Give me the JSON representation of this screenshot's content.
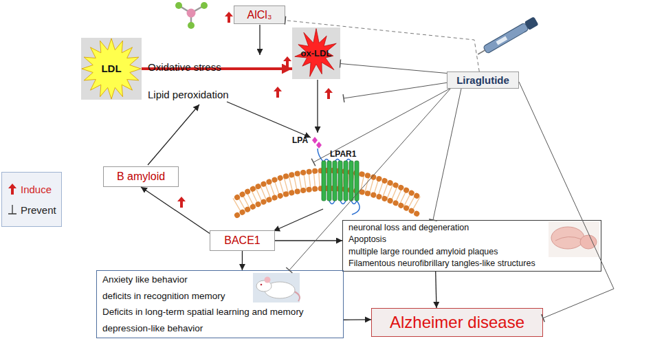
{
  "diagram": {
    "nodes": [
      {
        "text": [
          "AlCl₃"
        ]
      },
      {
        "text": [
          "LDL"
        ]
      },
      {
        "text": [
          "ox-LDL"
        ]
      },
      {
        "text": [
          "Liraglutide"
        ]
      },
      {
        "text": [
          "B amyloid"
        ]
      },
      {
        "text": [
          "BACE1"
        ]
      },
      {
        "text": [
          "neuronal loss and degeneration",
          "Apoptosis",
          "multiple large rounded amyloid plaques",
          "Filamentous neurofibrillary tangles-like structures"
        ]
      },
      {
        "text": [
          "Anxiety like behavior",
          "deficits in recognition memory",
          "Deficits in long-term spatial learning and memory",
          "depression-like behavior"
        ]
      },
      {
        "text": [
          "Alzheimer disease"
        ]
      }
    ],
    "edges": [
      {
        "from": 1,
        "to": 2,
        "arrow": "to"
      },
      {
        "from": 5,
        "to": 4,
        "arrow": "to"
      },
      {
        "from": 5,
        "to": 6,
        "arrow": "to"
      },
      {
        "from": 5,
        "to": 7,
        "arrow": "to"
      },
      {
        "from": 6,
        "to": 8,
        "arrow": "to"
      },
      {
        "from": 7,
        "to": 8,
        "arrow": "to"
      },
      {
        "from": 3,
        "to": 0,
        "arrow": "to"
      },
      {
        "from": 3,
        "to": 2,
        "arrow": "to"
      },
      {
        "from": 3,
        "to": 6,
        "arrow": "to"
      },
      {
        "from": 3,
        "to": 7,
        "arrow": "to"
      },
      {
        "from": 3,
        "to": 8,
        "arrow": "to"
      }
    ],
    "labels": [
      "Oxidative stress",
      "Lipid peroxidation",
      "LPA",
      "LPAR1"
    ],
    "legend": [
      {
        "text": "Induce"
      },
      {
        "text": "Prevent"
      }
    ]
  }
}
